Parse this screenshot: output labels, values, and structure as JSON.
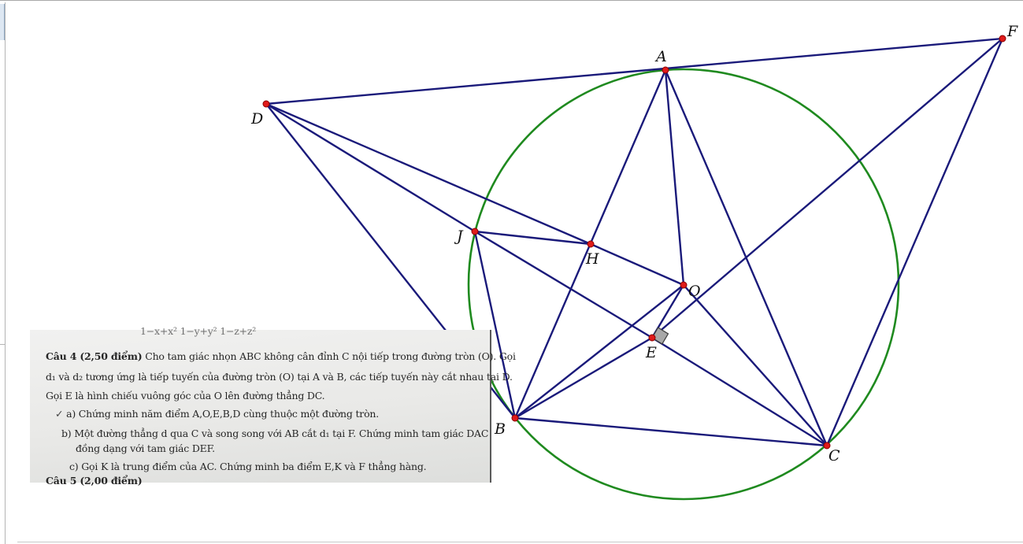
{
  "colors": {
    "segment": "#1a1a7a",
    "circle": "#1f8a1f",
    "point_fill": "#e01b1b",
    "point_stroke": "#8a0000",
    "right_angle_fill": "#a8a8a8"
  },
  "points": [
    {
      "id": "A",
      "label": "A"
    },
    {
      "id": "F",
      "label": "F"
    },
    {
      "id": "D",
      "label": "D"
    },
    {
      "id": "J",
      "label": "J"
    },
    {
      "id": "H",
      "label": "H"
    },
    {
      "id": "O",
      "label": "O"
    },
    {
      "id": "E",
      "label": "E"
    },
    {
      "id": "B",
      "label": "B"
    },
    {
      "id": "C",
      "label": "C"
    }
  ],
  "segments": [
    [
      "D",
      "F"
    ],
    [
      "A",
      "B"
    ],
    [
      "A",
      "C"
    ],
    [
      "A",
      "O"
    ],
    [
      "F",
      "E"
    ],
    [
      "F",
      "C"
    ],
    [
      "D",
      "J"
    ],
    [
      "D",
      "H"
    ],
    [
      "H",
      "O"
    ],
    [
      "D",
      "B"
    ],
    [
      "J",
      "H"
    ],
    [
      "J",
      "B"
    ],
    [
      "J",
      "E"
    ],
    [
      "E",
      "C"
    ],
    [
      "O",
      "B"
    ],
    [
      "O",
      "E"
    ],
    [
      "O",
      "C"
    ],
    [
      "B",
      "E"
    ],
    [
      "B",
      "C"
    ]
  ],
  "circle": {
    "name": "(O)",
    "through": [
      "A",
      "B",
      "C",
      "J"
    ]
  },
  "right_angle_at": "E",
  "problem": {
    "cut_top": "1−x+x²   1−y+y²   1−z+z²",
    "title": "Câu 4 (2,50 điểm)",
    "line1": "Cho tam giác nhọn ABC không cân đỉnh C nội tiếp trong đường tròn (O). Gọi",
    "line2": "d₁ và d₂ tương ứng là tiếp tuyến của đường tròn (O) tại A và B, các tiếp tuyến này cắt nhau tại D.",
    "line3": "Gọi E là hình chiếu vuông góc của O lên đường thẳng DC.",
    "check": "✓",
    "part_a_label": "a)",
    "part_a": "Chứng minh năm điểm A,O,E,B,D cùng thuộc một đường tròn.",
    "part_b_label": "b)",
    "part_b": "Một đường thẳng d qua C và song song với AB cắt d₁ tại F. Chứng minh tam giác DAC",
    "part_b_cont": "đồng dạng với tam giác DEF.",
    "part_c_label": "c)",
    "part_c": "Gọi K là trung điểm của AC. Chứng minh ba điểm E,K và F thẳng hàng.",
    "cut_bottom": "Câu 5 (2,00 điểm)"
  }
}
